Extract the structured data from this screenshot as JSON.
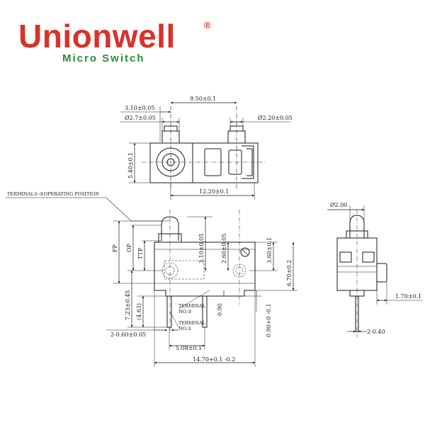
{
  "brand": {
    "name": "Unionwell",
    "registered": "®",
    "tagline": "Micro Switch",
    "color_primary": "#d8322a",
    "color_secondary": "#2f8a3e"
  },
  "drawing": {
    "line_color": "#1a1a1a",
    "top_view": {
      "dim_span": "9.50±0.1",
      "dim_left_offset": "3.10±0.05",
      "dim_hole_left": "Ø2.7±0.05",
      "dim_hole_right": "Ø2.20±0.05",
      "dim_height": "5.40±0.1",
      "dim_length": "12.20±0.1"
    },
    "front_view": {
      "operating_position": "TERMINAL①-②OPERATING POSITION",
      "fp": "FP",
      "op": "OP",
      "ttp": "TTP",
      "dim_310": "3.10±0.05",
      "dim_260": "2.60±0.05",
      "dim_360": "3.60±0.1",
      "dim_670": "6.70±0.2",
      "dim_723": "7.23±0.45",
      "dim_463": "(4.63)",
      "dim_090": "0.90",
      "dim_090_tol": "0.90+0 -0.1",
      "dim_pins": "2-0.60±0.05",
      "dim_pitch": "5.08±0.1",
      "dim_width": "14.70+0.1 -0.2",
      "terminal_2_line1": "TERMINAL",
      "terminal_2_line2": "NO.②",
      "terminal_1_line1": "TERMINAL",
      "terminal_1_line2": "NO.①"
    },
    "side_view": {
      "dim_actuator": "Ø2.00",
      "dim_170": "1.70±0.1",
      "dim_pin": "2-0.40"
    }
  }
}
